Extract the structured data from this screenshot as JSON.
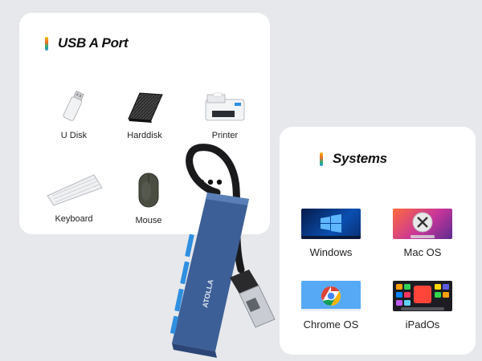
{
  "usb_card": {
    "title": "USB A Port",
    "devices": [
      {
        "label": "U Disk",
        "icon": "usb-flash-drive-icon"
      },
      {
        "label": "Harddisk",
        "icon": "hard-disk-icon"
      },
      {
        "label": "Printer",
        "icon": "printer-icon"
      },
      {
        "label": "Keyboard",
        "icon": "keyboard-icon"
      },
      {
        "label": "Mouse",
        "icon": "mouse-icon"
      }
    ],
    "more_icon": "ellipsis-icon"
  },
  "systems_card": {
    "title": "Systems",
    "systems": [
      {
        "label": "Windows"
      },
      {
        "label": "Mac OS"
      },
      {
        "label": "Chrome OS"
      },
      {
        "label": "iPadOs"
      }
    ]
  },
  "product": {
    "name": "usb-hub-icon",
    "brand_text": "ATOLLA",
    "colors": {
      "body": "#3d5f97",
      "accent": "#2f8fe0"
    }
  }
}
